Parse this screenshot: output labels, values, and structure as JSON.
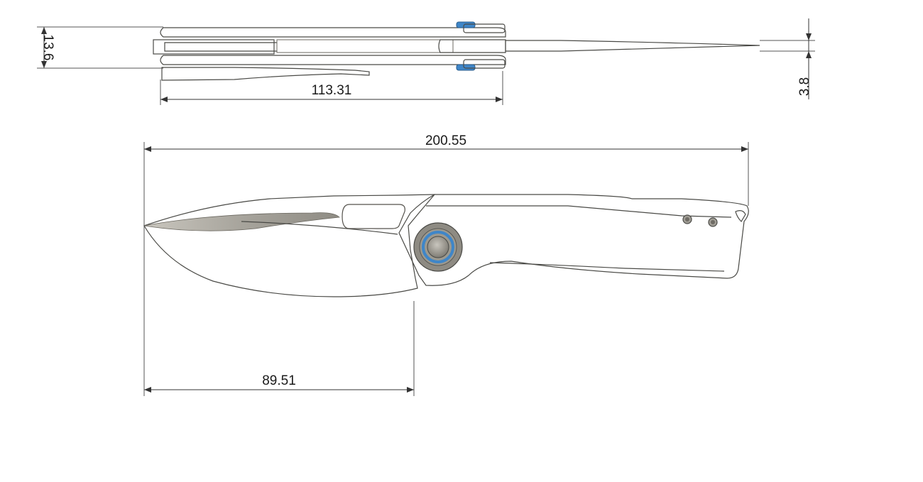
{
  "dimensions": {
    "side_thickness": "13.6",
    "blade_thickness": "3.8",
    "handle_length_top": "113.31",
    "overall_length": "200.55",
    "blade_length": "89.51"
  },
  "colors": {
    "metal_dark": "#7d7b73",
    "metal_mid": "#9a978f",
    "metal_light": "#c4c1b9",
    "edge": "#4a4a46",
    "accent_blue": "#3f86c8",
    "dimension_line": "#333333",
    "background": "#ffffff"
  }
}
